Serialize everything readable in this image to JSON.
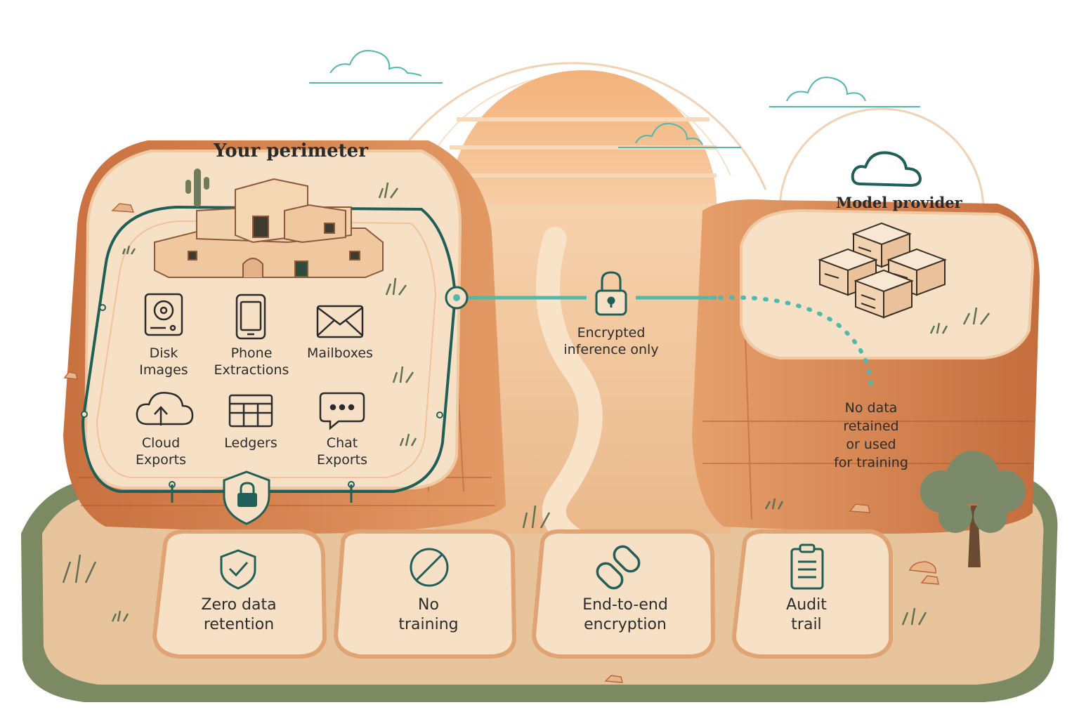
{
  "perimeter": {
    "title": "Your perimeter",
    "sources": [
      {
        "label": "Disk\nImages",
        "icon": "disk-drive-icon"
      },
      {
        "label": "Phone\nExtractions",
        "icon": "phone-icon"
      },
      {
        "label": "Mailboxes",
        "icon": "envelope-icon"
      },
      {
        "label": "Cloud\nExports",
        "icon": "cloud-upload-icon"
      },
      {
        "label": "Ledgers",
        "icon": "table-grid-icon"
      },
      {
        "label": "Chat\nExports",
        "icon": "chat-bubble-icon"
      }
    ]
  },
  "link": {
    "label": "Encrypted\ninference only",
    "icon": "padlock-icon"
  },
  "provider": {
    "title": "Model provider",
    "icon": "cloud-icon",
    "note": "No data\nretained\nor used\nfor training"
  },
  "features": [
    {
      "label": "Zero data\nretention",
      "icon": "shield-check-icon"
    },
    {
      "label": "No\ntraining",
      "icon": "prohibited-icon"
    },
    {
      "label": "End-to-end\nencryption",
      "icon": "chain-link-icon"
    },
    {
      "label": "Audit\ntrail",
      "icon": "clipboard-icon"
    }
  ],
  "colors": {
    "teal": "#1f5f58",
    "teal_light": "#52b8ac",
    "sand": "#f7e1c6",
    "rock": "#d98956",
    "rock_dark": "#b8663c",
    "grass": "#7c8a63"
  }
}
